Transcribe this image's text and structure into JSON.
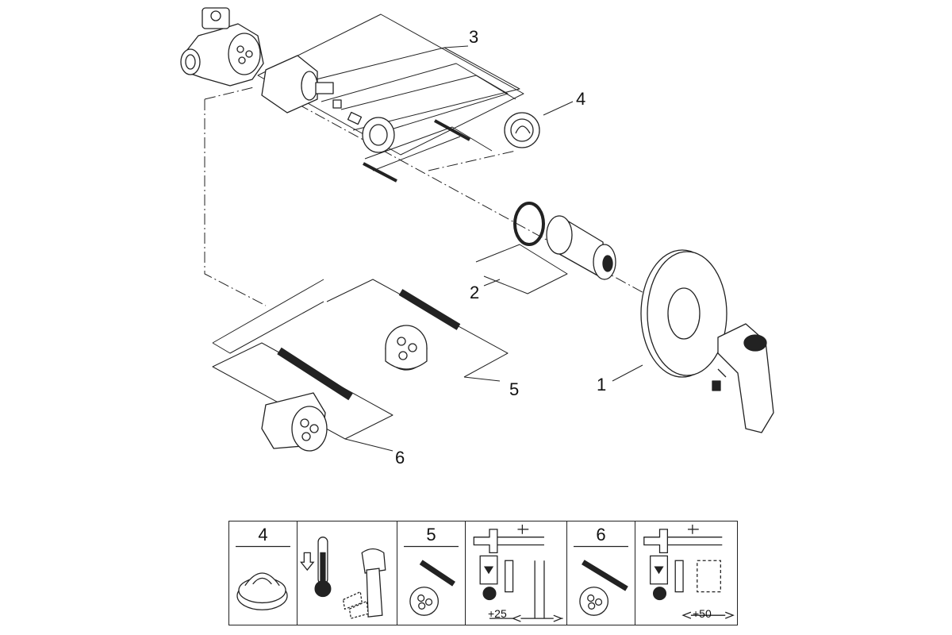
{
  "callouts": {
    "c1": "1",
    "c2": "2",
    "c3": "3",
    "c4": "4",
    "c5": "5",
    "c6": "6"
  },
  "legend": {
    "cell_a": "4",
    "cell_c": "5",
    "cell_e": "6",
    "dim_25": "+25",
    "dim_50": "+50"
  },
  "icons": {
    "cold": "snowflake-icon",
    "hot": "flame-icon"
  },
  "colors": {
    "line": "#222222",
    "fill": "#ffffff",
    "shade": "#dddddd"
  }
}
